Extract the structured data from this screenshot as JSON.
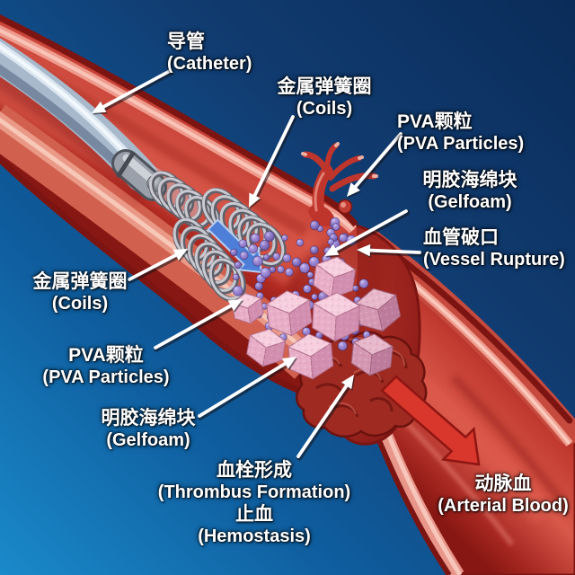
{
  "labels": {
    "catheter": {
      "cn": "导管",
      "en": "(Catheter)"
    },
    "coils_top": {
      "cn": "金属弹簧圈",
      "en": "(Coils)"
    },
    "pva_top": {
      "cn": "PVA颗粒",
      "en": "(PVA Particles)"
    },
    "gelfoam_right": {
      "cn": "明胶海绵块",
      "en": "(Gelfoam)"
    },
    "rupture": {
      "cn": "血管破口",
      "en": "(Vessel Rupture)"
    },
    "coils_left": {
      "cn": "金属弹簧圈",
      "en": "(Coils)"
    },
    "pva_left": {
      "cn": "PVA颗粒",
      "en": "(PVA Particles)"
    },
    "gelfoam_left": {
      "cn": "明胶海绵块",
      "en": "(Gelfoam)"
    },
    "thrombus": {
      "cn": "血栓形成",
      "en": "(Thrombus Formation)",
      "cn2": "止血",
      "en2": "(Hemostasis)"
    },
    "arterial_blood": {
      "cn": "动脉血",
      "en": "(Arterial Blood)"
    }
  },
  "colors": {
    "background_dark": "#0a2c59",
    "background_light": "#1a8aca",
    "artery_red": "#c23a30",
    "artery_wall_pink": "#ee9a8c",
    "artery_edge_dark": "#7c1512",
    "catheter_blue_gray": "#a8b9cc",
    "coil_gray": "#c9c9d1",
    "pva_particle_purple": "#9583cf",
    "gelfoam_pink": "#e9aec7",
    "thrombus_dark_red": "#9e2a22",
    "flow_arrow_blue": "#4d7fd9",
    "flow_arrow_red": "#d9362c",
    "label_text": "#ffffff"
  }
}
